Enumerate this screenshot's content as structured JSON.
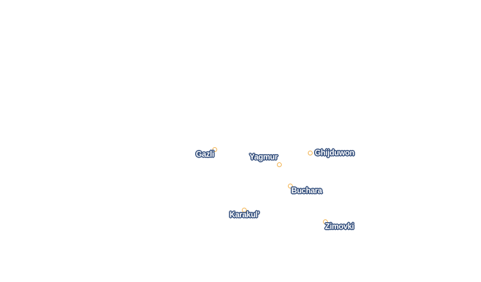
{
  "map": {
    "marker_color": "#f2b24d",
    "label_fill": "#ffffff",
    "label_halo": "#2f4b7a",
    "places": [
      {
        "id": "gazli",
        "name": "Gazli"
      },
      {
        "id": "yagmur",
        "name": "Yagmur"
      },
      {
        "id": "ghijduwon",
        "name": "Ghijduwon"
      },
      {
        "id": "buchara",
        "name": "Buchara"
      },
      {
        "id": "karakul",
        "name": "Karakul'"
      },
      {
        "id": "zimovki",
        "name": "Zimovki"
      }
    ]
  }
}
